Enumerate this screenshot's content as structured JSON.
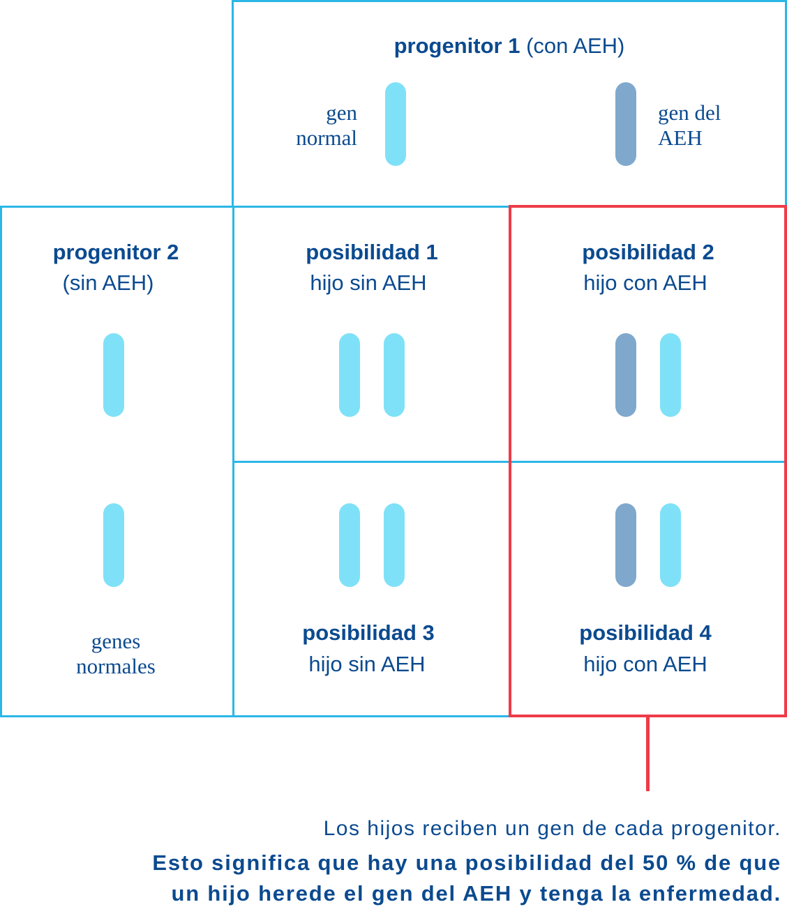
{
  "colors": {
    "border": "#2bb7e6",
    "highlight": "#ef3b48",
    "gene_normal": "#7fe1f7",
    "gene_aeh": "#80a8cd",
    "text": "#0b4a8f"
  },
  "parent1": {
    "title": "progenitor 1",
    "subtitle": "(con AEH)",
    "gene_left_label_line1": "gen",
    "gene_left_label_line2": "normal",
    "gene_right_label_line1": "gen del",
    "gene_right_label_line2": "AEH"
  },
  "parent2": {
    "title": "progenitor 2",
    "subtitle": "(sin AEH)",
    "genes_label_line1": "genes",
    "genes_label_line2": "normales"
  },
  "cells": [
    {
      "title": "posibilidad 1",
      "subtitle": "hijo sin AEH"
    },
    {
      "title": "posibilidad 2",
      "subtitle": "hijo con AEH"
    },
    {
      "title": "posibilidad 3",
      "subtitle": "hijo sin AEH"
    },
    {
      "title": "posibilidad 4",
      "subtitle": "hijo con AEH"
    }
  ],
  "footer": {
    "line1": "Los hijos reciben un gen de cada progenitor.",
    "line2": "Esto significa que hay una posibilidad del 50 % de que",
    "line3": "un hijo herede el gen del AEH y tenga la enfermedad."
  }
}
